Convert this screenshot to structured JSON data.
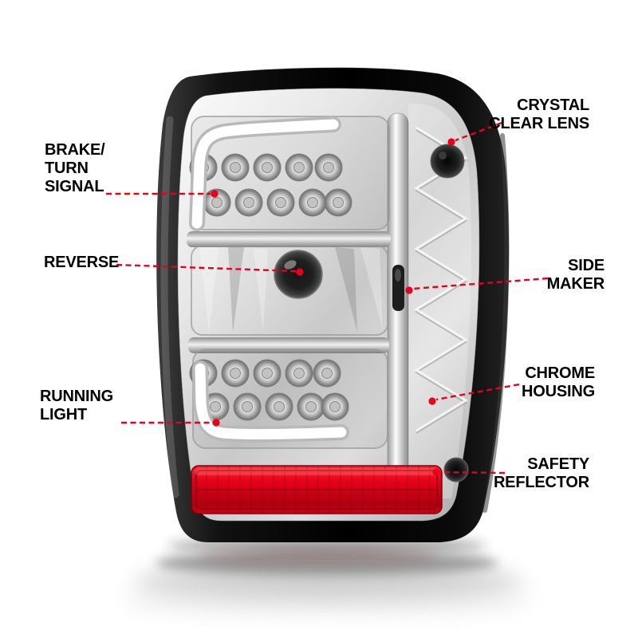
{
  "product": {
    "name": "LED tail light assembly with chrome housing and clear lens",
    "colors": {
      "accent_red": "#e8001d",
      "housing_black": "#000000",
      "chrome": "#c9c9c9",
      "reflector_red": "#d40016"
    }
  },
  "callouts": {
    "brake_turn_signal": {
      "label": "BRAKE/\nTURN\nSIGNAL"
    },
    "reverse": {
      "label": "REVERSE"
    },
    "running_light": {
      "label": "RUNNING\nLIGHT"
    },
    "crystal_clear_lens": {
      "label": "CRYSTAL\nCLEAR LENS"
    },
    "side_maker": {
      "label": "SIDE\nMAKER"
    },
    "chrome_housing": {
      "label": "CHROME\nHOUSING"
    },
    "safety_reflector": {
      "label": "SAFETY\nREFLECTOR"
    }
  }
}
